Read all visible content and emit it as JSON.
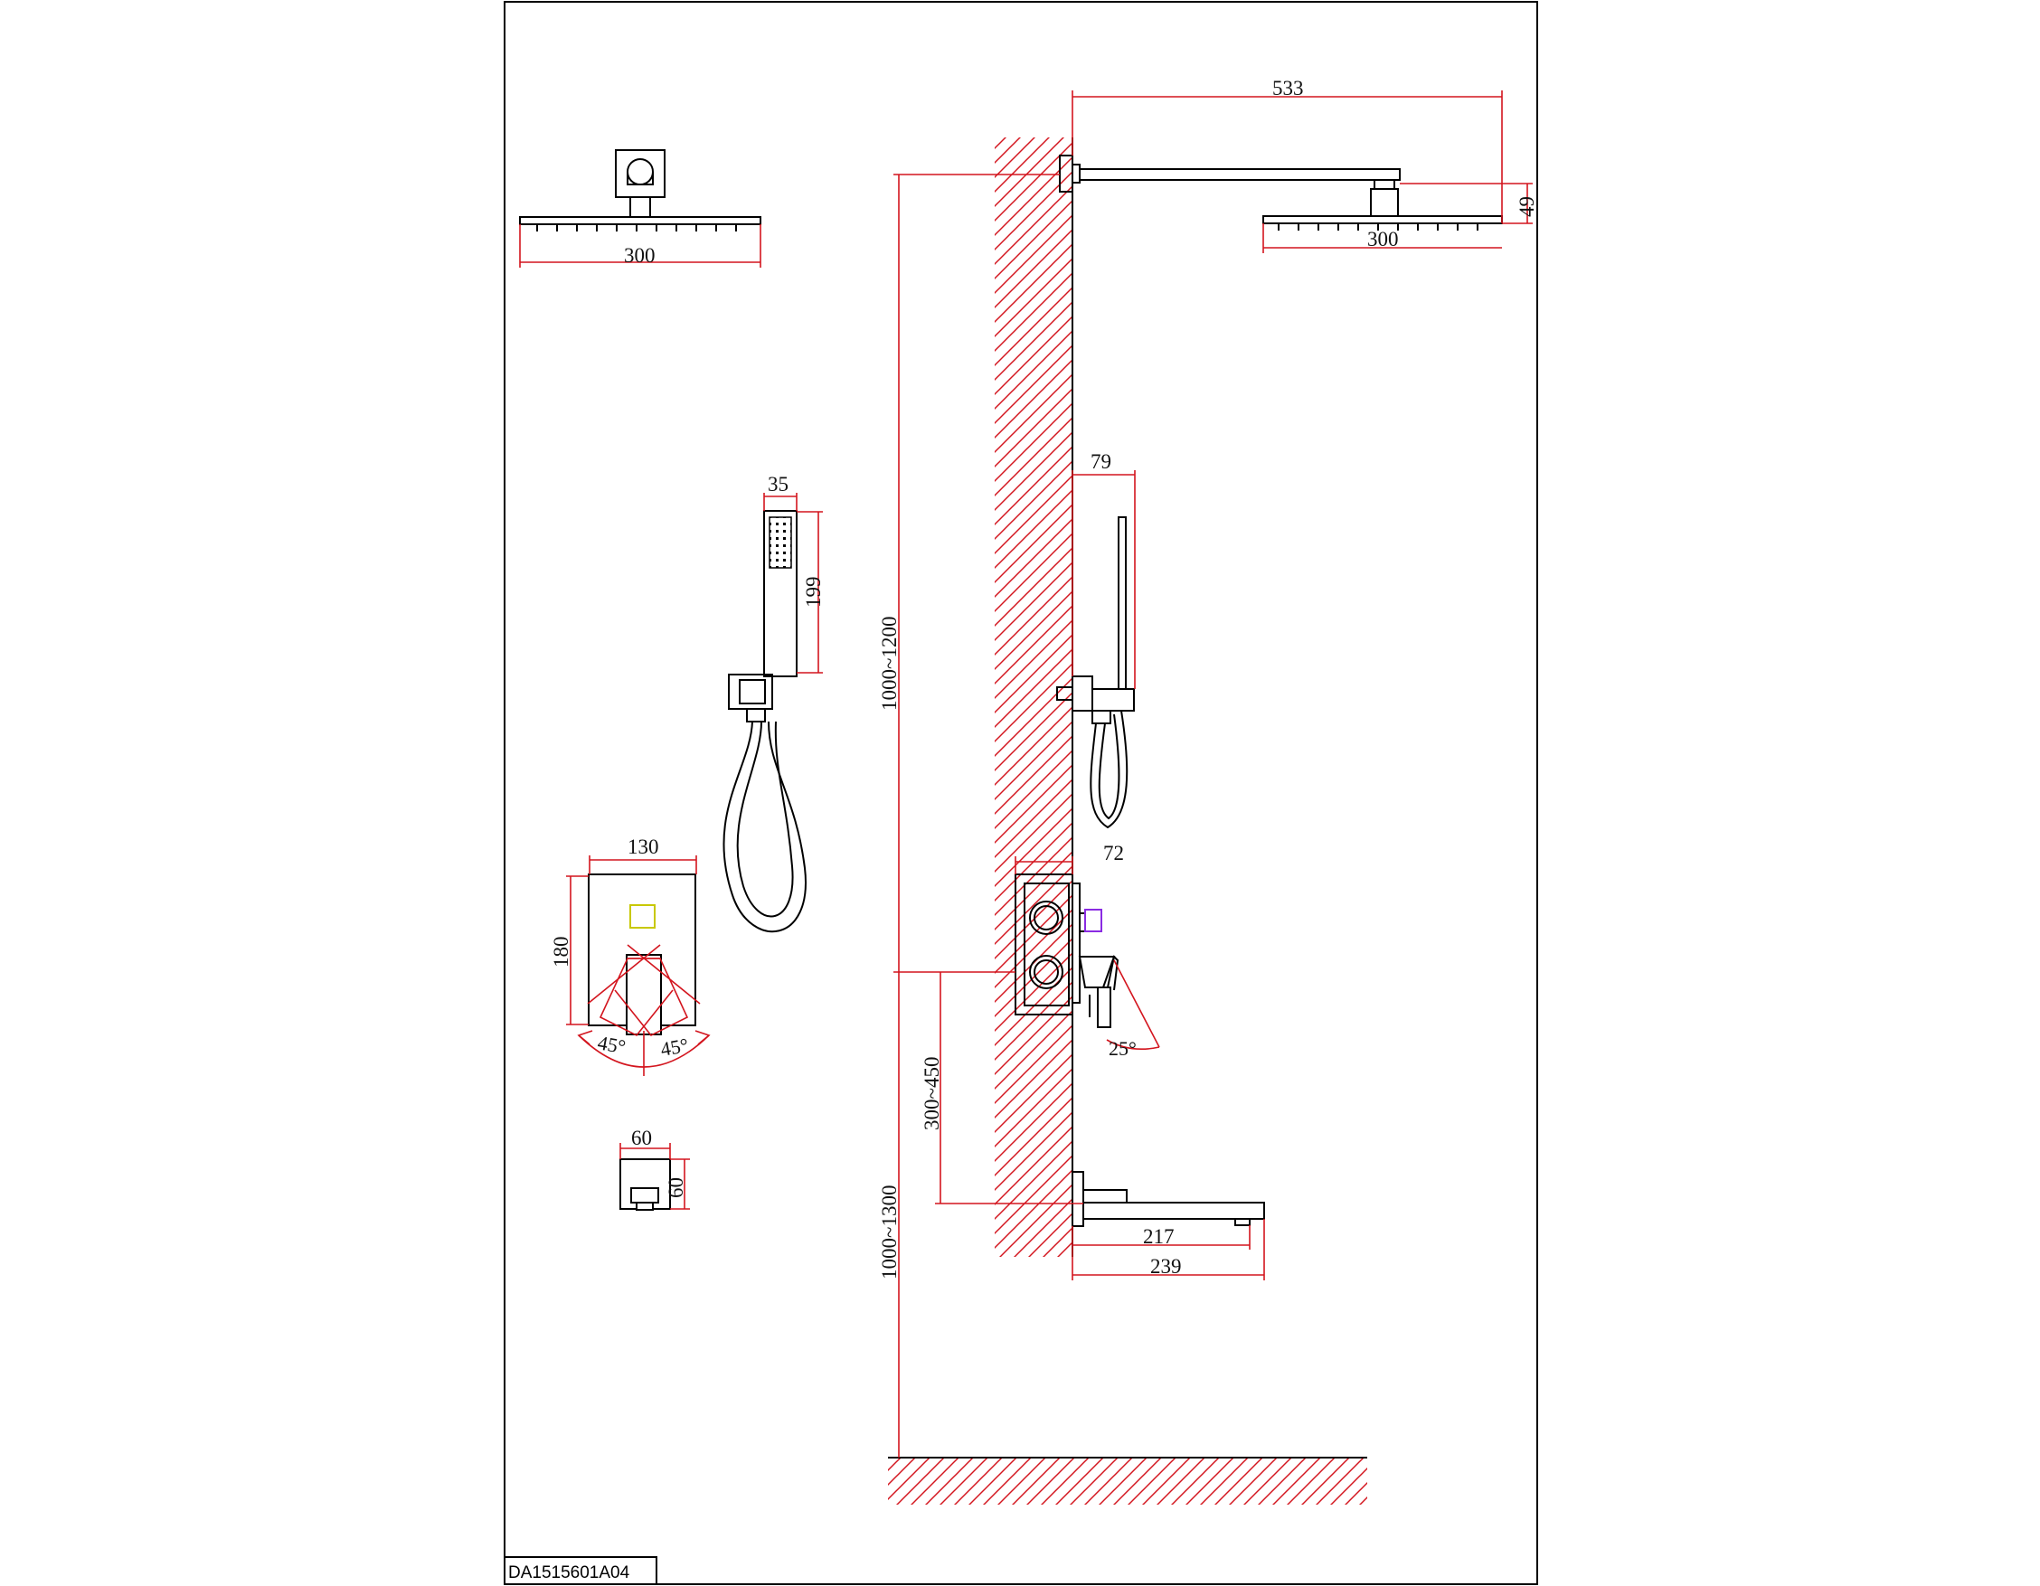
{
  "drawing": {
    "code": "DA1515601A04",
    "colors": {
      "dimension_red": "#d3151e",
      "outline": "#000000",
      "marker_yellow": "#c8c800",
      "marker_purple": "#8a2be2"
    },
    "top_view": {
      "head_width": "300",
      "handshower_width": "35",
      "handshower_length": "199",
      "plate_width": "130",
      "plate_height": "180",
      "rotation_left": "45°",
      "rotation_right": "45°",
      "spout_width": "60",
      "spout_height": "60"
    },
    "side_view": {
      "arm_length": "533",
      "head_drop": "49",
      "head_width": "300",
      "holder_projection": "79",
      "valve_projection": "72",
      "lever_angle": "25°",
      "head_height_range": "1000~1200",
      "valve_to_spout": "300~450",
      "spout_height_range": "1000~1300",
      "spout_inner_length": "217",
      "spout_length": "239"
    }
  }
}
